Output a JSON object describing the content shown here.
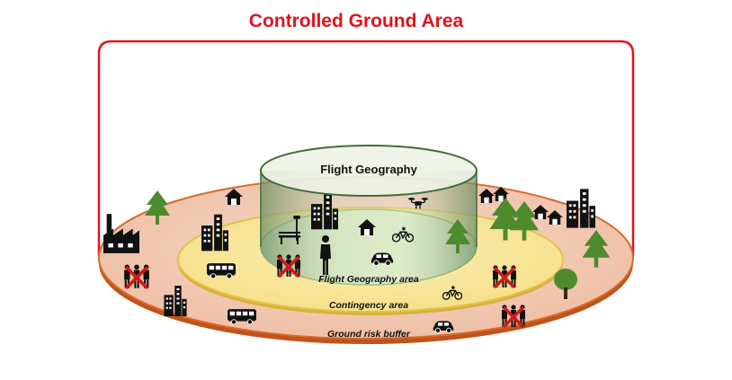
{
  "title": "Controlled Ground Area",
  "labels": {
    "flight_geography": "Flight Geography",
    "flight_geography_area": "Flight Geography area",
    "contingency_area": "Contingency area",
    "ground_risk_buffer": "Ground risk buffer"
  },
  "colors": {
    "title": "#e0141c",
    "bracket": "#e0141c",
    "buffer_fill": "#f3c9b2",
    "buffer_edge": "#c0531b",
    "contingency_fill": "#f9e79a",
    "contingency_edge": "#d8b13a",
    "flight_area_fill": "#dcecc4",
    "cylinder_top": "#eef3e6",
    "cylinder_edge": "#3f6e3a",
    "tree": "#4e8a2e",
    "icon": "#111111",
    "cross": "#d11a1a"
  },
  "icons": [
    "factory-icon",
    "building-icon",
    "house-icon",
    "tree-icon",
    "bus-icon",
    "car-icon",
    "bicycle-icon",
    "drone-icon",
    "person-icon",
    "crowd-icon",
    "crossed-crowd-icon",
    "bench-icon",
    "streetlight-icon"
  ]
}
